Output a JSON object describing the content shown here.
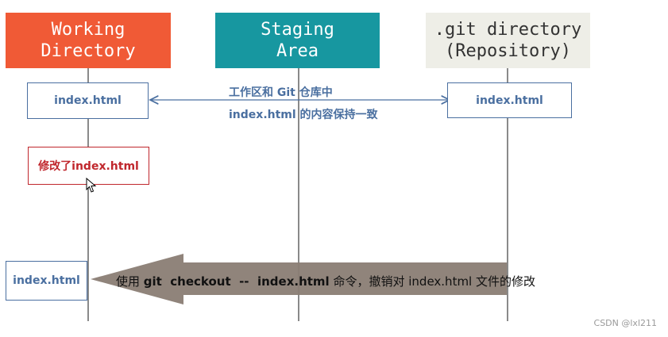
{
  "headers": {
    "working": {
      "line1": "Working",
      "line2": "Directory",
      "bg": "#f05a36",
      "color": "#ffffff"
    },
    "staging": {
      "line1": "Staging",
      "line2": "Area",
      "bg": "#1797a0",
      "color": "#ffffff"
    },
    "repo": {
      "line1": ".git directory",
      "line2": "(Repository)",
      "bg": "#eeeee7",
      "color": "#333333"
    }
  },
  "boxes": {
    "working_index": "index.html",
    "repo_index": "index.html",
    "modified": "修改了index.html",
    "restored": "index.html"
  },
  "note": {
    "line1": "工作区和 Git 仓库中",
    "line2": "index.html 的内容保持一致"
  },
  "command_arrow": {
    "prefix": "使用 ",
    "command": "git  checkout  --  index.html",
    "middle": " 命令，撤销对 ",
    "file": "index.html",
    "suffix": " 文件的修改",
    "color": "#8a7d74"
  },
  "colors": {
    "box_border_blue": "#4a6fa0",
    "box_text_blue": "#4a6fa0",
    "modified_red": "#c0272d"
  },
  "watermark": "CSDN @lxl211"
}
